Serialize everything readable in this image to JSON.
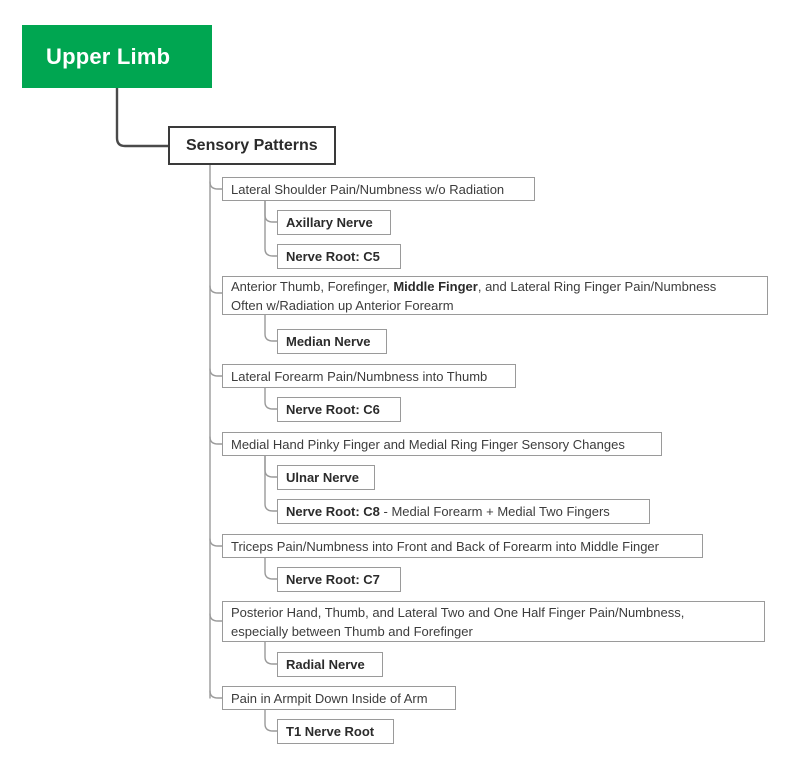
{
  "diagram": {
    "type": "mind-map",
    "title": "Upper Limb",
    "root": {
      "label": "Upper Limb",
      "color": "#00A651",
      "text_color": "#FFFFFF"
    },
    "trunk": {
      "label": "Sensory Patterns",
      "border_color": "#3A3A3A"
    },
    "edge_color_primary": "#4A4A4A",
    "edge_color_secondary": "#9A9A9A",
    "node_border_color": "#9A9A9A",
    "node_text_color": "#3C3C3C",
    "branches": [
      {
        "label": "Lateral Shoulder Pain/Numbness w/o Radiation",
        "children": [
          {
            "label": "Axillary Nerve"
          },
          {
            "label": "Nerve Root: C5"
          }
        ]
      },
      {
        "label_line1_pre": "Anterior Thumb, Forefinger, ",
        "label_line1_bold": "Middle Finger",
        "label_line1_post": ", and Lateral Ring Finger Pain/Numbness",
        "label_line2": "Often w/Radiation up Anterior Forearm",
        "children": [
          {
            "label": "Median Nerve"
          }
        ]
      },
      {
        "label": "Lateral Forearm Pain/Numbness into Thumb",
        "children": [
          {
            "label": "Nerve Root: C6"
          }
        ]
      },
      {
        "label": "Medial Hand Pinky Finger and Medial Ring Finger Sensory Changes",
        "children": [
          {
            "label": "Ulnar Nerve"
          },
          {
            "label_bold": "Nerve Root: C8",
            "label_rest": " - Medial Forearm + Medial Two Fingers"
          }
        ]
      },
      {
        "label": "Triceps Pain/Numbness into Front and Back of Forearm into Middle Finger",
        "children": [
          {
            "label": "Nerve Root: C7"
          }
        ]
      },
      {
        "label_line1": "Posterior Hand, Thumb, and Lateral Two and One Half Finger Pain/Numbness,",
        "label_line2": "especially between Thumb and Forefinger",
        "children": [
          {
            "label": "Radial Nerve"
          }
        ]
      },
      {
        "label": "Pain in Armpit Down Inside of Arm",
        "children": [
          {
            "label": "T1 Nerve Root"
          }
        ]
      }
    ]
  }
}
